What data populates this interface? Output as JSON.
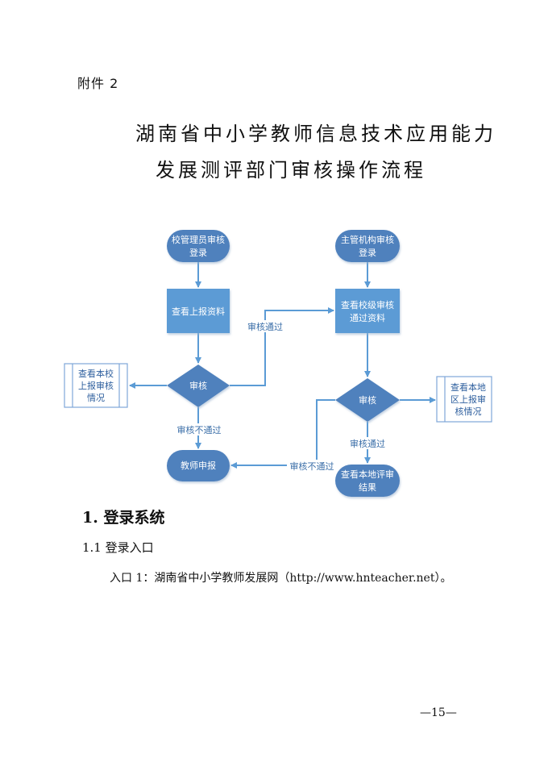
{
  "attachment_label": "附件 2",
  "title": {
    "line1": "湖南省中小学教师信息技术应用能力",
    "line2": "发展测评部门审核操作流程"
  },
  "flowchart": {
    "colors": {
      "terminal": "#4f81bd",
      "process": "#5b9bd5",
      "decision": "#4f81bd",
      "arrow": "#5b9bd5",
      "subprocess_border": "#7ea6d8"
    },
    "nodes": {
      "school_login": {
        "lines": [
          "校管理员审核",
          "登录"
        ]
      },
      "view_report": {
        "lines": [
          "查看上报资料"
        ]
      },
      "school_review": {
        "lines": [
          "审核"
        ]
      },
      "school_status": {
        "lines": [
          "查看本校",
          "上报审核",
          "情况"
        ]
      },
      "teacher_submit": {
        "lines": [
          "教师申报"
        ]
      },
      "authority_login": {
        "lines": [
          "主管机构审核",
          "登录"
        ]
      },
      "view_passed": {
        "lines": [
          "查看校级审核",
          "通过资料"
        ]
      },
      "authority_review": {
        "lines": [
          "审核"
        ]
      },
      "region_status": {
        "lines": [
          "查看本地",
          "区上报审",
          "核情况"
        ]
      },
      "region_result": {
        "lines": [
          "查看本地评审",
          "结果"
        ]
      }
    },
    "edge_labels": {
      "school_pass": "审核通过",
      "school_fail": "审核不通过",
      "authority_pass": "审核通过",
      "authority_fail": "审核不通过"
    }
  },
  "section": {
    "heading": "1. 登录系统",
    "subheading": "1.1  登录入口",
    "paragraph": "入口 1：湖南省中小学教师发展网（http://www.hnteacher.net）。"
  },
  "page_number": "—15—"
}
